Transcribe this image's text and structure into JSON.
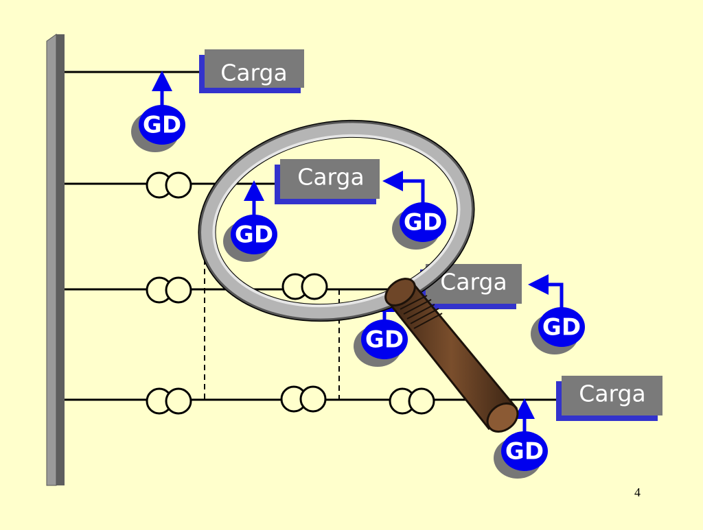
{
  "slide": {
    "page_number": "4",
    "load_label": "Carga",
    "gen_label": "GD",
    "colors": {
      "background": "#ffffcc",
      "busbar": "#8c8c8c",
      "load_box": "#7a7a7a",
      "load_shadow": "#3333cc",
      "gen_circle": "#0000ee",
      "gen_arrow": "#0000ee",
      "line": "#000000",
      "lens_rim": "#b5b5b5",
      "handle": "#5a3a22"
    }
  }
}
